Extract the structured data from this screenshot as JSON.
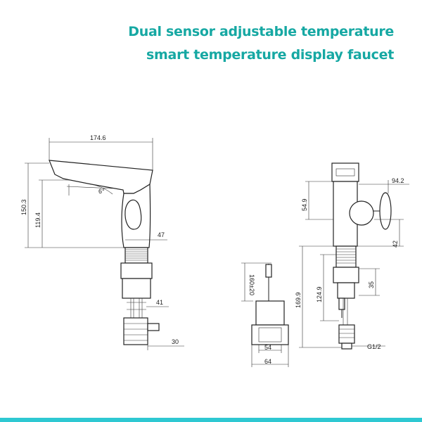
{
  "title": {
    "line1": "Dual sensor adjustable temperature",
    "line2": "smart temperature display faucet"
  },
  "dimensions": {
    "side_width": "174.6",
    "side_height_total": "150.3",
    "side_spout_height": "119.4",
    "side_angle": "6°",
    "side_base_dia": "47",
    "side_hose_dia": "41",
    "side_nut": "30",
    "front_top_offset": "94.2",
    "front_head_height": "54.9",
    "front_body_dia": "42",
    "front_total_height": "169.9",
    "front_shank_height": "124.9",
    "front_shank_dia": "35",
    "front_thread": "G1/2",
    "box_cable": "160±20",
    "box_inner_width": "54",
    "box_outer_width": "64"
  },
  "colors": {
    "title": "#16a8a3",
    "accent_bar": "#2ec8d2"
  }
}
